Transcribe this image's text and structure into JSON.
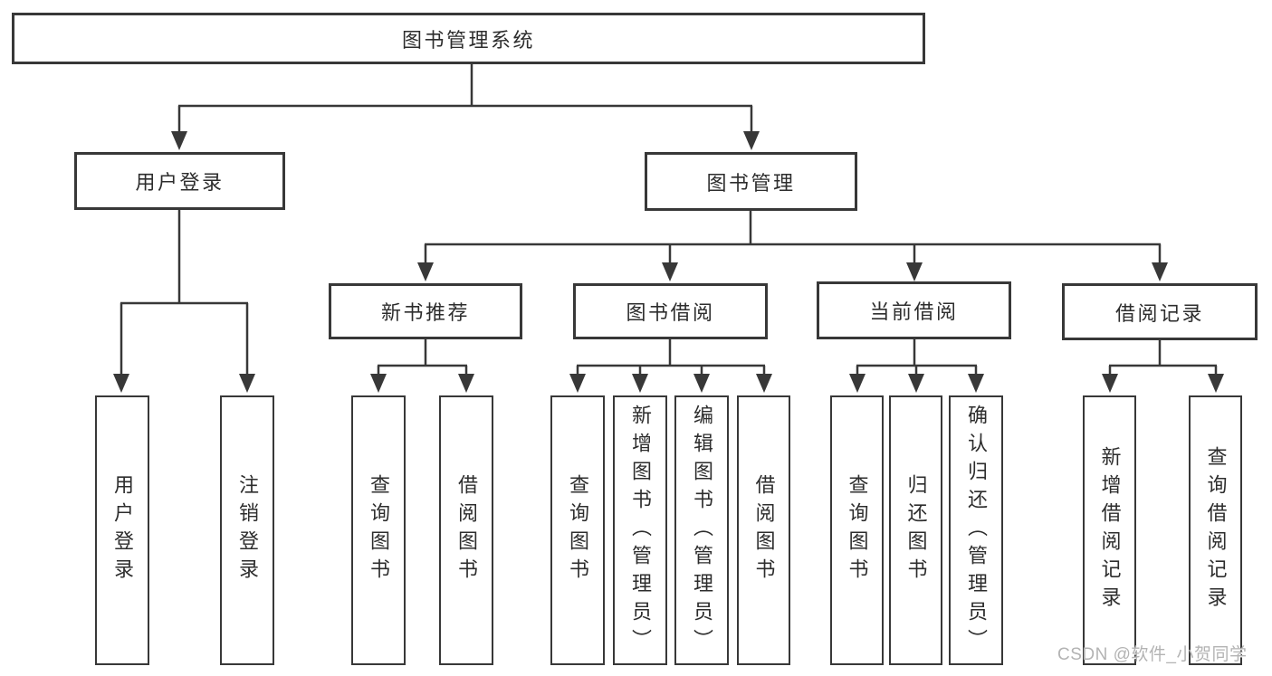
{
  "tree": {
    "label": "图书管理系统",
    "children": [
      {
        "label": "用户登录",
        "children": [
          {
            "label": "用户登录"
          },
          {
            "label": "注销登录"
          }
        ]
      },
      {
        "label": "图书管理",
        "children": [
          {
            "label": "新书推荐",
            "children": [
              {
                "label": "查询图书"
              },
              {
                "label": "借阅图书"
              }
            ]
          },
          {
            "label": "图书借阅",
            "children": [
              {
                "label": "查询图书"
              },
              {
                "label": "新增图书（管理员）"
              },
              {
                "label": "编辑图书（管理员）"
              },
              {
                "label": "借阅图书"
              }
            ]
          },
          {
            "label": "当前借阅",
            "children": [
              {
                "label": "查询图书"
              },
              {
                "label": "归还图书"
              },
              {
                "label": "确认归还（管理员）"
              }
            ]
          },
          {
            "label": "借阅记录",
            "children": [
              {
                "label": "新增借阅记录"
              },
              {
                "label": "查询借阅记录"
              }
            ]
          }
        ]
      }
    ]
  },
  "watermark": "CSDN @软件_小贺同学",
  "colors": {
    "line": "#383838",
    "text": "#2d2d2d",
    "box_fill": "#ffffff",
    "background": "#ffffff",
    "watermark": "#b3b3b3"
  }
}
